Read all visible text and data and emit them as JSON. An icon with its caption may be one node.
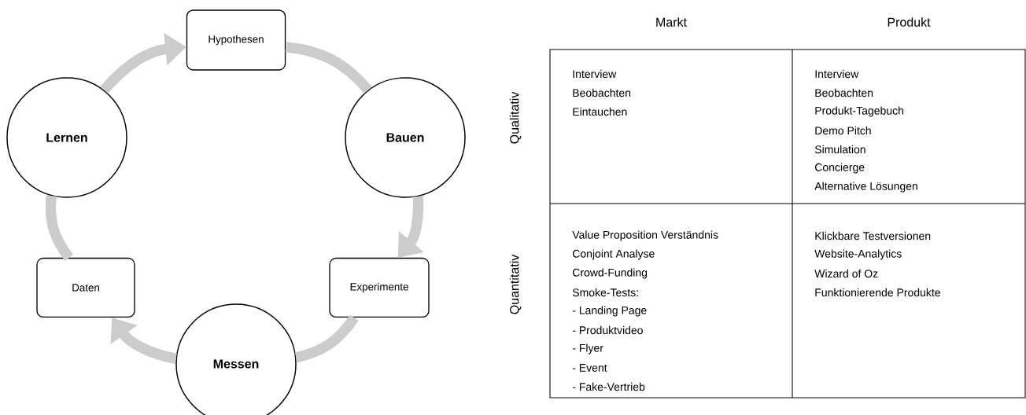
{
  "diagram": {
    "nodes": [
      {
        "text": [
          "Hypothesen"
        ]
      },
      {
        "text": [
          "Bauen"
        ]
      },
      {
        "text": [
          "Experimente"
        ]
      },
      {
        "text": [
          "Messen"
        ]
      },
      {
        "text": [
          "Daten"
        ]
      },
      {
        "text": [
          "Lernen"
        ]
      }
    ],
    "edges": [
      {
        "from": 0,
        "to": 1,
        "arrow": "none"
      },
      {
        "from": 1,
        "to": 2,
        "arrow": "to"
      },
      {
        "from": 2,
        "to": 3,
        "arrow": "none"
      },
      {
        "from": 3,
        "to": 4,
        "arrow": "to"
      },
      {
        "from": 4,
        "to": 5,
        "arrow": "none"
      },
      {
        "from": 5,
        "to": 0,
        "arrow": "to"
      }
    ],
    "labels": [
      "Markt",
      "Produkt",
      "Qualitativ",
      "Interview",
      "Beobachten",
      "Eintauchen",
      "Interview",
      "Beobachten",
      "Produkt-Tagebuch",
      "Demo Pitch",
      "Simulation",
      "Concierge",
      "Alternative Lösungen",
      "Quantitativ",
      "Value Proposition Verständnis",
      "Conjoint Analyse",
      "Crowd-Funding",
      "Smoke-Tests:",
      "- Landing Page",
      "- Produktvideo",
      "- Flyer",
      "- Event",
      "- Fake-Vertrieb",
      "Klickbare Testversionen",
      "Website-Analytics",
      "Wizard of Oz",
      "Funktionierende Produkte"
    ]
  }
}
